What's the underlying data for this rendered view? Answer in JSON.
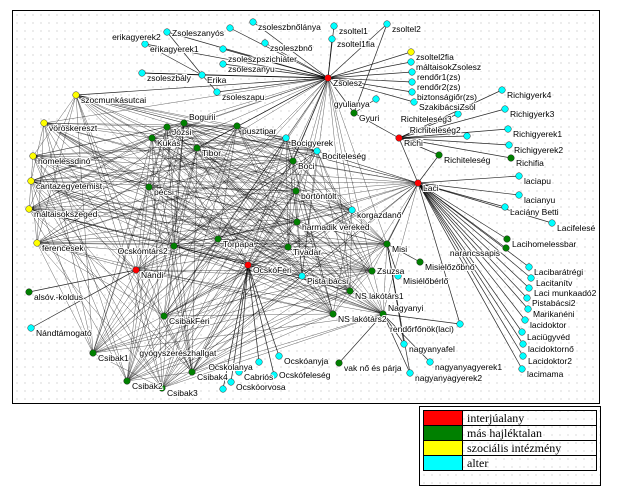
{
  "legend": [
    {
      "label": "interjúalany",
      "color": "#ff0000",
      "type": "interjualany"
    },
    {
      "label": "más hajléktalan",
      "color": "#008000",
      "type": "hajlektalan"
    },
    {
      "label": "szociális intézmény",
      "color": "#ffff00",
      "type": "szocialis"
    },
    {
      "label": "alter",
      "color": "#00ffff",
      "type": "alter"
    }
  ],
  "nodes": [
    {
      "id": "zsolesz",
      "label": "Zsolesz",
      "type": "interjualany"
    },
    {
      "id": "richi",
      "label": "Richi",
      "type": "interjualany"
    },
    {
      "id": "laci",
      "label": "Laci",
      "type": "interjualany"
    },
    {
      "id": "nandi",
      "label": "Nándi",
      "type": "interjualany"
    },
    {
      "id": "ocskoferi",
      "label": "OcskóFeri",
      "type": "interjualany"
    },
    {
      "id": "zsoleszbnolanya",
      "label": "zsoleszbnőlánya",
      "type": "alter"
    },
    {
      "id": "zsoleszanyos",
      "label": "Zsoleszanyós",
      "type": "alter"
    },
    {
      "id": "erikagyerek2",
      "label": "erikagyerek2",
      "type": "alter"
    },
    {
      "id": "erikagyerek1",
      "label": "erikagyerek1",
      "type": "alter"
    },
    {
      "id": "zsoleszbaly",
      "label": "zsoleszbály",
      "type": "alter"
    },
    {
      "id": "zsoleszbno",
      "label": "zsoleszbnő",
      "type": "alter"
    },
    {
      "id": "zsoleszpszich",
      "label": "zsoleszpszichiáter",
      "type": "alter"
    },
    {
      "id": "zsoleszanyu",
      "label": "zsoleszanyu",
      "type": "alter"
    },
    {
      "id": "erika",
      "label": "Erika",
      "type": "alter"
    },
    {
      "id": "zsoleszapu",
      "label": "zsoleszapu",
      "type": "alter"
    },
    {
      "id": "zsoltel1",
      "label": "zsoltel1",
      "type": "alter"
    },
    {
      "id": "zsoltel1fia",
      "label": "zsoltel1fia",
      "type": "alter"
    },
    {
      "id": "zsoltel2",
      "label": "zsoltel2",
      "type": "alter"
    },
    {
      "id": "zsoltel2fia",
      "label": "zsoltel2fia",
      "type": "szocialis"
    },
    {
      "id": "maltaisokzs",
      "label": "máltaisokZsolesz",
      "type": "alter"
    },
    {
      "id": "rendor1",
      "label": "rendőr1(zs)",
      "type": "alter"
    },
    {
      "id": "rendor2",
      "label": "rendőr2(zs)",
      "type": "alter"
    },
    {
      "id": "biztonsagi",
      "label": "biztonságiőr(zs)",
      "type": "alter"
    },
    {
      "id": "szakibacsi",
      "label": "SzakibácsiZsol",
      "type": "alter"
    },
    {
      "id": "gyulianya",
      "label": "gyulianya",
      "type": "alter"
    },
    {
      "id": "gyuri",
      "label": "Gyuri",
      "type": "hajlektalan"
    },
    {
      "id": "richigyerk4",
      "label": "Richigyerk4",
      "type": "alter"
    },
    {
      "id": "richigyerk3",
      "label": "Richigyerk3",
      "type": "alter"
    },
    {
      "id": "richiteleseg3",
      "label": "Richiteleség3",
      "type": "alter"
    },
    {
      "id": "richigyerek1",
      "label": "Richigyerek1",
      "type": "alter"
    },
    {
      "id": "richiteleseg2",
      "label": "Richiteleség2",
      "type": "alter"
    },
    {
      "id": "richigyerek2",
      "label": "Richigyerek2",
      "type": "alter"
    },
    {
      "id": "richifia",
      "label": "Richifia",
      "type": "hajlektalan"
    },
    {
      "id": "richiteleseg",
      "label": "Richiteleség",
      "type": "hajlektalan"
    },
    {
      "id": "laciapu",
      "label": "laciapu",
      "type": "alter"
    },
    {
      "id": "lacianyu",
      "label": "lacianyu",
      "type": "alter"
    },
    {
      "id": "lacianybeth",
      "label": "Laciány Betti",
      "type": "alter"
    },
    {
      "id": "lacifelese",
      "label": "Lacifelesé",
      "type": "alter"
    },
    {
      "id": "lacihomeless",
      "label": "Lacihomelessbar",
      "type": "hajlektalan"
    },
    {
      "id": "narancssapis",
      "label": "narancssapis",
      "type": "hajlektalan"
    },
    {
      "id": "lacibaratregi",
      "label": "Lacibarátrégi",
      "type": "alter"
    },
    {
      "id": "lacitanitv",
      "label": "Lacitanítv",
      "type": "alter"
    },
    {
      "id": "lacimunkaado2",
      "label": "Laci munkaadó2",
      "type": "alter"
    },
    {
      "id": "pistabacsi2",
      "label": "Pistabácsi2",
      "type": "alter"
    },
    {
      "id": "marikaneni",
      "label": "Marikanéni",
      "type": "alter"
    },
    {
      "id": "lacidoktor",
      "label": "lacidoktor",
      "type": "alter"
    },
    {
      "id": "laciugyved",
      "label": "Laciügyvéd",
      "type": "alter"
    },
    {
      "id": "lacidoktorno",
      "label": "lacidoktornő",
      "type": "alter"
    },
    {
      "id": "lacidoktor2",
      "label": "Lacidoktor2",
      "type": "alter"
    },
    {
      "id": "lacimama",
      "label": "lacimama",
      "type": "alter"
    },
    {
      "id": "rendorfonok",
      "label": "rendőrfőnök(laci)",
      "type": "alter"
    },
    {
      "id": "nagyanyafel",
      "label": "nagyanyafel",
      "type": "alter"
    },
    {
      "id": "nagyanyagyerek1",
      "label": "nagyanyagyerek1",
      "type": "alter"
    },
    {
      "id": "nagyanyagyerek2",
      "label": "nagyanyagyerek2",
      "type": "alter"
    },
    {
      "id": "misielober",
      "label": "Misiélőbérlő",
      "type": "alter"
    },
    {
      "id": "misielozo",
      "label": "Misielőzőbnő",
      "type": "hajlektalan"
    },
    {
      "id": "szocmunkas",
      "label": "szocmunkásutcai",
      "type": "szocialis"
    },
    {
      "id": "voloskeresz",
      "label": "vöröskereszt",
      "type": "szocialis"
    },
    {
      "id": "homelessdino",
      "label": "homelessdinó",
      "type": "szocialis"
    },
    {
      "id": "cantaz",
      "label": "cantazegyetemist",
      "type": "szocialis"
    },
    {
      "id": "maltaisokszeged",
      "label": "máltaisokszeged",
      "type": "szocialis"
    },
    {
      "id": "ferencesek",
      "label": "ferencesek",
      "type": "szocialis"
    },
    {
      "id": "alsov",
      "label": "alsóv.-koldus",
      "type": "hajlektalan"
    },
    {
      "id": "nandtamogato",
      "label": "Nándtámogató",
      "type": "alter"
    },
    {
      "id": "jozsi",
      "label": "Józsi",
      "type": "hajlektalan"
    },
    {
      "id": "bogurii",
      "label": "Bogurii",
      "type": "hajlektalan"
    },
    {
      "id": "kukas",
      "label": "Kukás",
      "type": "hajlektalan"
    },
    {
      "id": "tibor",
      "label": "Tibor",
      "type": "hajlektalan"
    },
    {
      "id": "pusztipar",
      "label": "pusztipar",
      "type": "hajlektalan"
    },
    {
      "id": "pecsi",
      "label": "pécsi",
      "type": "hajlektalan"
    },
    {
      "id": "bocigyerek",
      "label": "Bocigyerek",
      "type": "alter"
    },
    {
      "id": "boci",
      "label": "Boci",
      "type": "hajlektalan"
    },
    {
      "id": "bociteleseg",
      "label": "Bociteleség",
      "type": "alter"
    },
    {
      "id": "bortontolt",
      "label": "börtöntölt",
      "type": "hajlektalan"
    },
    {
      "id": "korgazdano",
      "label": "korgazdanő",
      "type": "alter"
    },
    {
      "id": "harmadik",
      "label": "harmadik vereked",
      "type": "hajlektalan"
    },
    {
      "id": "torpapa",
      "label": "Torpapa",
      "type": "hajlektalan"
    },
    {
      "id": "ocskomtars2",
      "label": "Ocskómtárs2",
      "type": "hajlektalan"
    },
    {
      "id": "tivadar",
      "label": "Tivadar",
      "type": "hajlektalan"
    },
    {
      "id": "pistabacsi",
      "label": "Pista bácsi",
      "type": "alter"
    },
    {
      "id": "misi",
      "label": "Misi",
      "type": "hajlektalan"
    },
    {
      "id": "zsuzsa",
      "label": "Zsuzsa",
      "type": "hajlektalan"
    },
    {
      "id": "ns1",
      "label": "NS lakótárs1",
      "type": "hajlektalan"
    },
    {
      "id": "ns2",
      "label": "NS lakótárs2",
      "type": "hajlektalan"
    },
    {
      "id": "nagyanyi",
      "label": "Nagyanyi",
      "type": "hajlektalan"
    },
    {
      "id": "vakno",
      "label": "vak nő és párja",
      "type": "hajlektalan"
    },
    {
      "id": "csibakferi",
      "label": "CsibakFeri",
      "type": "hajlektalan"
    },
    {
      "id": "csibak1",
      "label": "Csibak1",
      "type": "hajlektalan"
    },
    {
      "id": "csibak2",
      "label": "Csibak2",
      "type": "hajlektalan"
    },
    {
      "id": "csibak3",
      "label": "Csibak3",
      "type": "hajlektalan"
    },
    {
      "id": "csibak4",
      "label": "Csibak4",
      "type": "hajlektalan"
    },
    {
      "id": "ocskoanyja",
      "label": "Ocskóanyja",
      "type": "alter"
    },
    {
      "id": "ocskolanya",
      "label": "Ocskolanya",
      "type": "alter"
    },
    {
      "id": "cabrios",
      "label": "Cabriós",
      "type": "alter"
    },
    {
      "id": "ocskoorvosa",
      "label": "Ocskóorvosa",
      "type": "alter"
    },
    {
      "id": "gyogyszeresz",
      "label": "gyógyszerészhallgat",
      "type": "alter"
    },
    {
      "id": "ocskofeleseg",
      "label": "Ocskófeleség",
      "type": "alter"
    }
  ],
  "ego_networks": {
    "zsolesz": [
      "zsoleszbnolanya",
      "zsoleszanyos",
      "erikagyerek2",
      "erikagyerek1",
      "zsoleszbaly",
      "zsoleszbno",
      "zsoleszpszich",
      "zsoleszanyu",
      "erika",
      "zsoleszapu",
      "zsoltel1",
      "zsoltel1fia",
      "zsoltel2",
      "zsoltel2fia",
      "maltaisokzs",
      "rendor1",
      "rendor2",
      "biztonsagi",
      "szakibacsi",
      "gyuri",
      "szocmunkas",
      "boci",
      "tibor"
    ],
    "gyuri": [
      "gyulianya",
      "zsoltel2"
    ],
    "erika": [
      "erikagyerek1",
      "erikagyerek2",
      "zsoleszbaly",
      "zsoleszapu"
    ],
    "richi": [
      "richigyerk4",
      "richigyerk3",
      "richiteleseg3",
      "richigyerek1",
      "richiteleseg2",
      "richigyerek2",
      "richifia",
      "richiteleseg",
      "laci",
      "gyuri"
    ],
    "laci": [
      "laciapu",
      "lacianyu",
      "lacianybeth",
      "lacifelese",
      "lacihomeless",
      "narancssapis",
      "lacibaratregi",
      "lacitanitv",
      "lacimunkaado2",
      "pistabacsi2",
      "marikaneni",
      "lacidoktor",
      "laciugyved",
      "lacidoktorno",
      "lacidoktor2",
      "lacimama",
      "rendorfonok",
      "richiteleseg",
      "misi"
    ],
    "nagyanyi": [
      "nagyanyafel",
      "nagyanyagyerek1",
      "nagyanyagyerek2",
      "rendorfonok",
      "vakno"
    ],
    "misi": [
      "misielober",
      "misielozo",
      "nagyanyafel",
      "nagyanyagyerek2"
    ],
    "nandi": [
      "nandtamogato",
      "alsov"
    ],
    "ocskoferi": [
      "ocskoanyja",
      "ocskolanya",
      "cabrios",
      "ocskoorvosa",
      "gyogyszeresz",
      "ocskofeleseg"
    ]
  },
  "core": [
    "nandi",
    "ocskoferi",
    "szocmunkas",
    "voloskeresz",
    "homelessdino",
    "cantaz",
    "maltaisokszeged",
    "ferencesek",
    "jozsi",
    "bogurii",
    "kukas",
    "tibor",
    "pusztipar",
    "pecsi",
    "boci",
    "bortontolt",
    "harmadik",
    "torpapa",
    "ocskomtars2",
    "tivadar",
    "pistabacsi",
    "misi",
    "zsuzsa",
    "ns1",
    "ns2",
    "nagyanyi",
    "csibakferi",
    "csibak1",
    "csibak2",
    "csibak3",
    "csibak4",
    "bocigyerek",
    "bociteleseg",
    "korgazdano",
    "laci",
    "zsolesz"
  ]
}
